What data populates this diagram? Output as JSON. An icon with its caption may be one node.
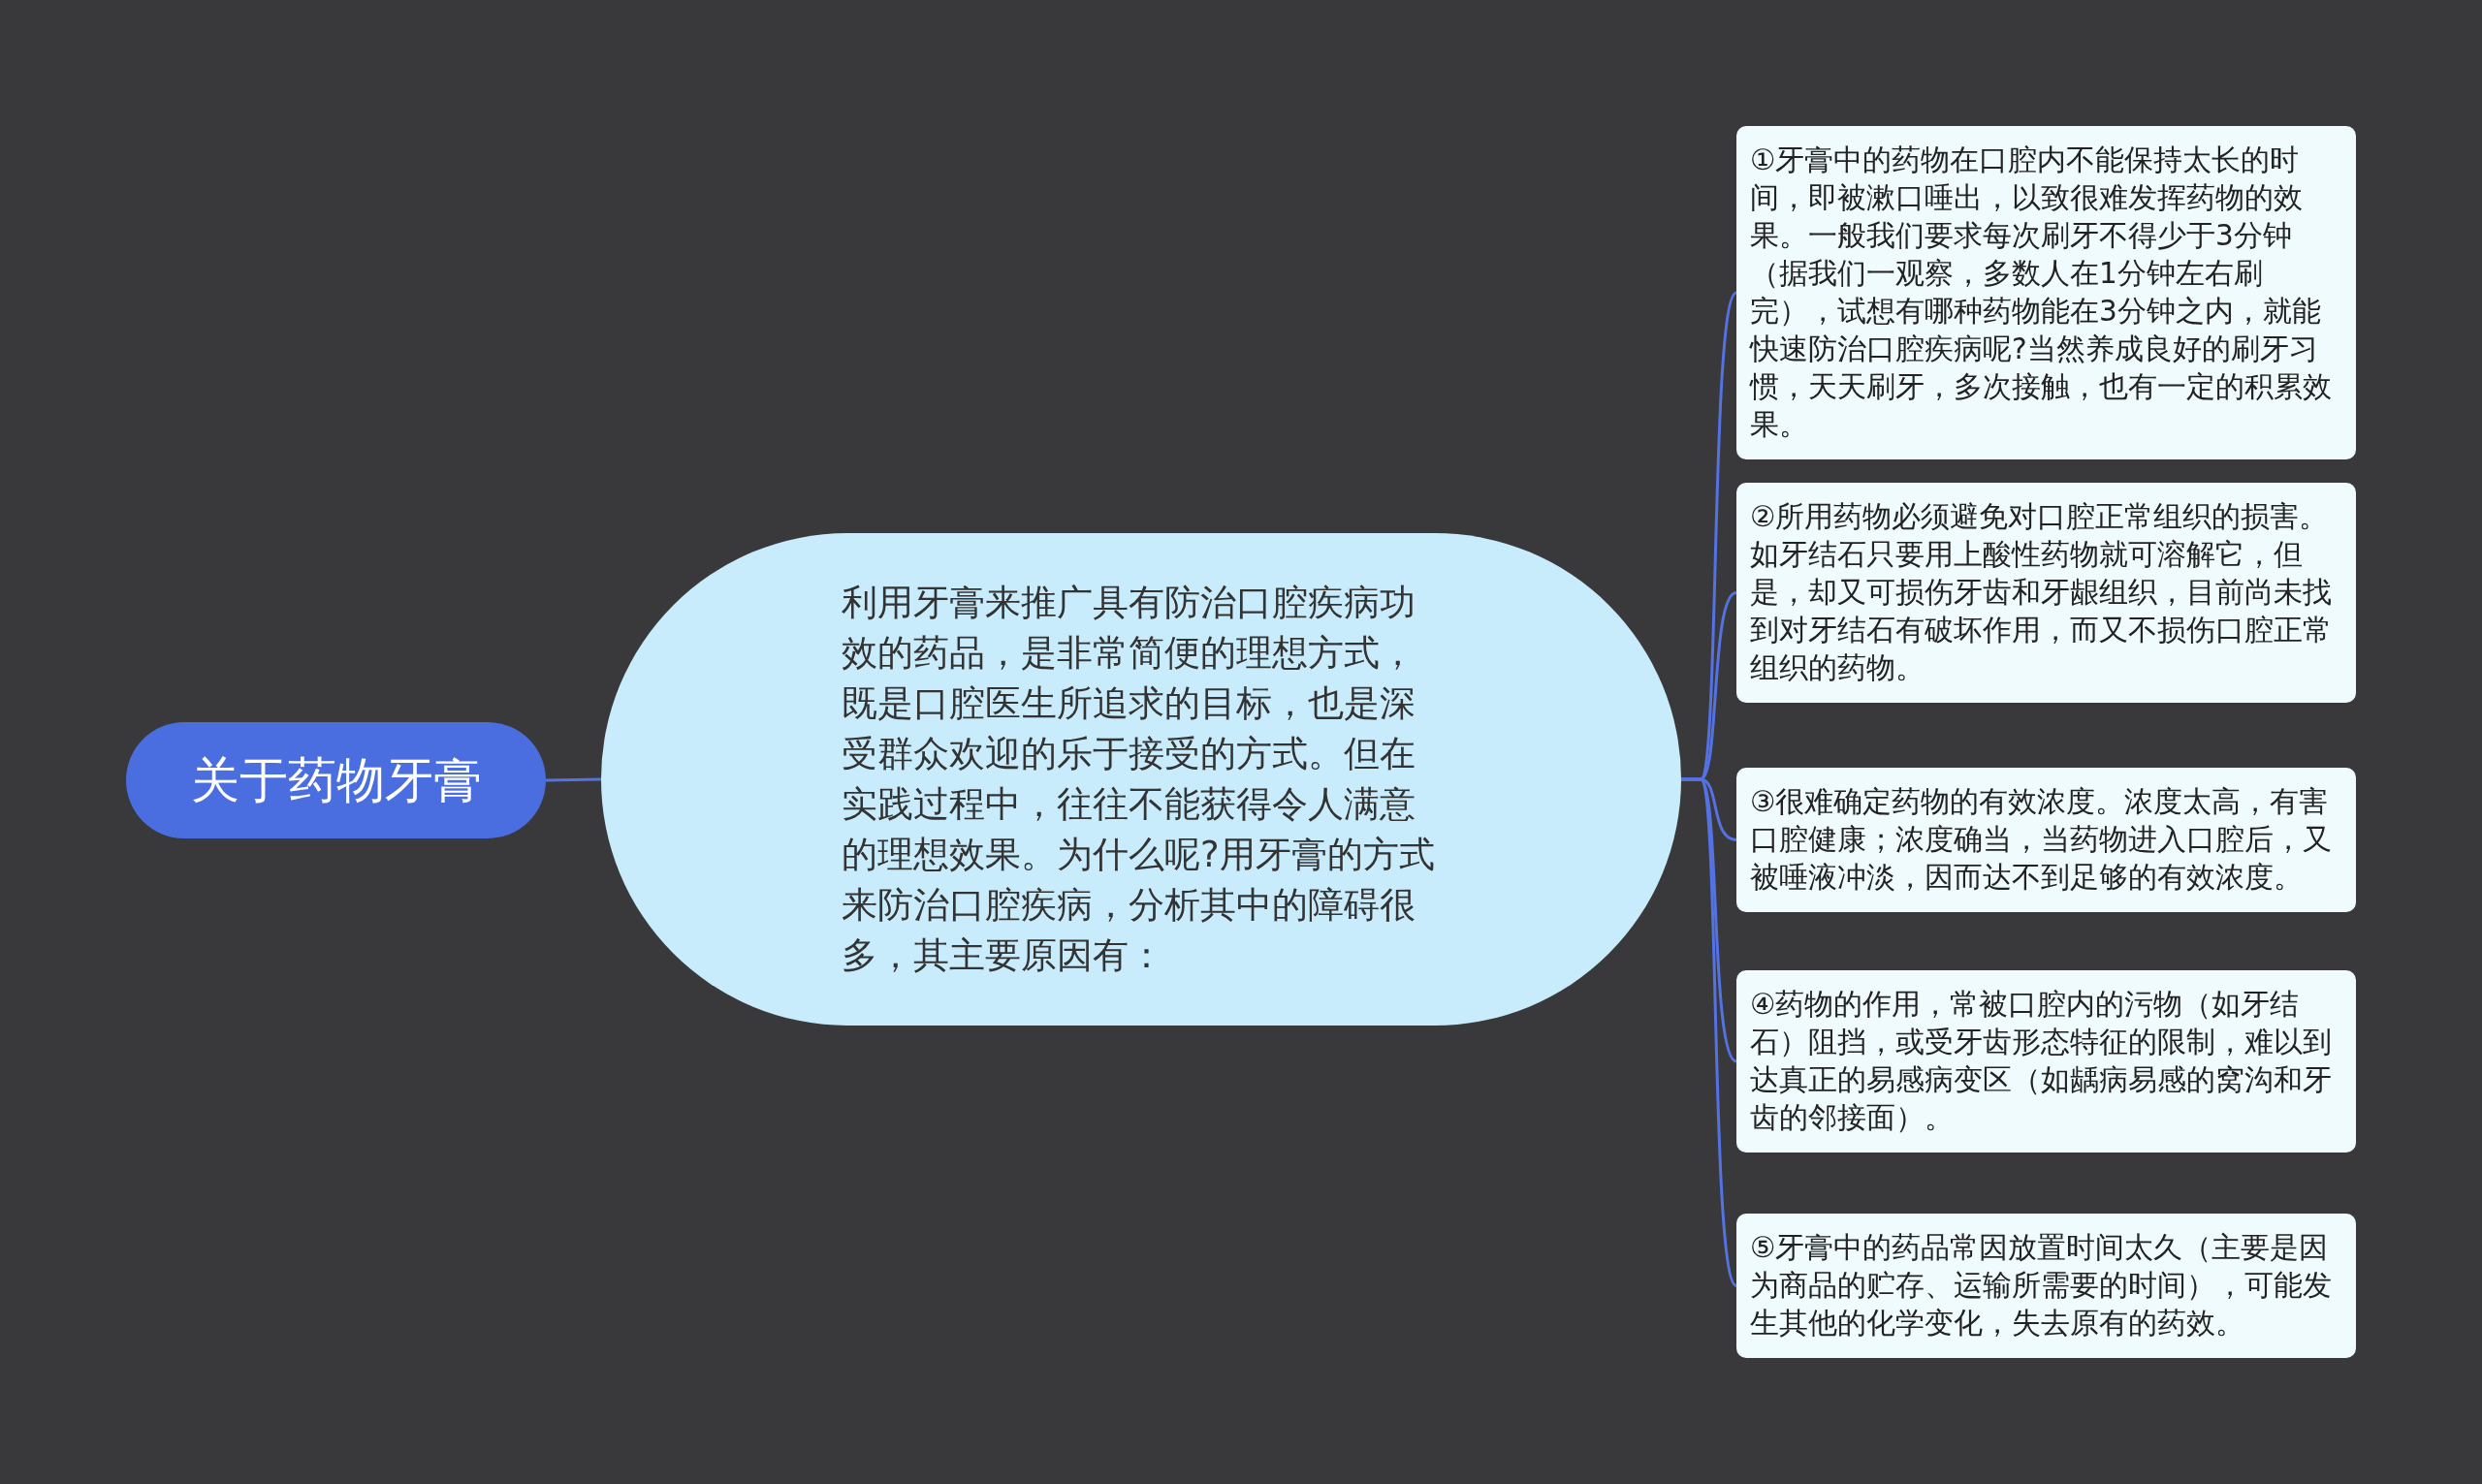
{
  "diagram": {
    "nodes": [
      {
        "text": [
          "关于药物牙膏"
        ]
      },
      {
        "text": [
          "利用牙膏来推广具有防治口腔疾病功效的药品，是非常简便的理想方式，既是口腔医生所追求的目标，也是深受群众欢迎的乐于接受的方式。但在实践过程中，往往不能获得令人满意的理想效果。为什么呢?用牙膏的方式来防治口腔疾病，分析其中的障碍很多，其主要原因有："
        ]
      },
      {
        "text": [
          "①牙膏中的药物在口腔内不能保持太长的时间，即被漱口唾出，以致很难发挥药物的效果。一般我们要求每次刷牙不得少于3分钟（据我们一观察，多数人在1分钟左右刷完），试想有哪种药物能在3分钟之内，就能快速防治口腔疾病呢?当然养成良好的刷牙习惯，天天刷牙，多次接触，也有一定的积累效果。"
        ]
      },
      {
        "text": [
          "②所用药物必须避免对口腔正常组织的损害。如牙结石只要用上酸性药物就可溶解它，但是，却又可损伤牙齿和牙龈组织，目前尚未找到对牙结石有破坏作用，而又不损伤口腔正常组织的药物。"
        ]
      },
      {
        "text": [
          "③很难确定药物的有效浓度。浓度太高，有害口腔健康；浓度确当，当药物进入口腔后，又被唾液冲淡，因而达不到足够的有效浓度。"
        ]
      },
      {
        "text": [
          "④药物的作用，常被口腔内的污物（如牙结石）阻挡，或受牙齿形态特征的限制，难以到达真正的易感病变区（如龋病易感的窝沟和牙齿的邻接面）。"
        ]
      },
      {
        "text": [
          "⑤牙膏中的药品常因放置时间太久（主要是因为商品的贮存、运输所需要的时间），可能发生其他的化学变化，失去原有的药效。"
        ]
      }
    ],
    "edges": [
      {
        "from": 0,
        "to": 1,
        "arrow": "none"
      },
      {
        "from": 1,
        "to": 2,
        "arrow": "none"
      },
      {
        "from": 1,
        "to": 3,
        "arrow": "none"
      },
      {
        "from": 1,
        "to": 4,
        "arrow": "none"
      },
      {
        "from": 1,
        "to": 5,
        "arrow": "none"
      },
      {
        "from": 1,
        "to": 6,
        "arrow": "none"
      }
    ]
  }
}
